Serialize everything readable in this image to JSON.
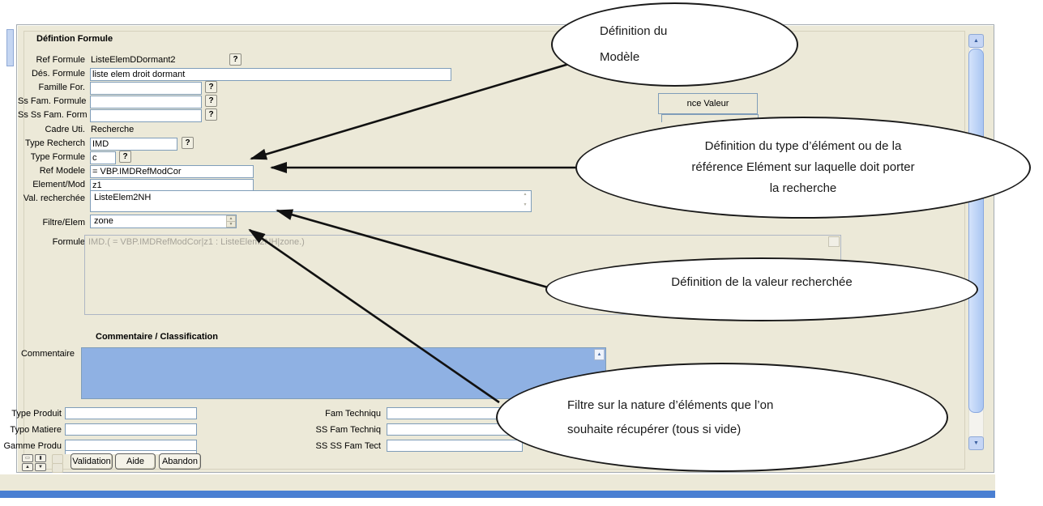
{
  "form": {
    "title": "Défintion Formule",
    "help_glyph": "?",
    "rows": {
      "ref_formule": {
        "label": "Ref Formule",
        "value": "ListeElemDDormant2"
      },
      "des_formule": {
        "label": "Dés. Formule",
        "value": "liste elem droit dormant"
      },
      "famille_for": {
        "label": "Famille For.",
        "value": ""
      },
      "ss_fam_formule": {
        "label": "Ss Fam. Formule",
        "value": ""
      },
      "ss_ss_fam_form": {
        "label": "Ss Ss Fam. Form",
        "value": ""
      },
      "cadre_uti": {
        "label": "Cadre Uti.",
        "value": "Recherche"
      },
      "type_recherch": {
        "label": "Type Recherch",
        "value": "IMD"
      },
      "type_formule": {
        "label": "Type Formule",
        "value": "c"
      },
      "ref_modele": {
        "label": "Ref Modele",
        "value": "= VBP.IMDRefModCor"
      },
      "element_mod": {
        "label": "Element/Mod",
        "value": "z1"
      },
      "val_recherchee": {
        "label": "Val. recherchée",
        "value": "ListeElem2NH"
      },
      "filtre_elem": {
        "label": "Filtre/Elem",
        "value": "zone"
      },
      "formule": {
        "label": "Formule",
        "value": "IMD.( = VBP.IMDRefModCor|z1 : ListeElem2NH|zone.)"
      }
    },
    "partial_button_label": "nce Valeur"
  },
  "classification": {
    "title": "Commentaire / Classification",
    "commentaire_label": "Commentaire",
    "left_fields": [
      {
        "label": "Type Produit",
        "value": ""
      },
      {
        "label": "Typo Matiere",
        "value": ""
      },
      {
        "label": "Gamme Produ",
        "value": ""
      }
    ],
    "right_fields": [
      {
        "label": "Fam Techniqu",
        "value": ""
      },
      {
        "label": "SS Fam Techniq",
        "value": ""
      },
      {
        "label": "SS SS Fam Tect",
        "value": ""
      }
    ]
  },
  "buttons": {
    "validation": "Validation",
    "aide": "Aide",
    "abandon": "Abandon"
  },
  "nav": {
    "first": "▭",
    "last": "▮",
    "up": "▲",
    "down": "▼"
  },
  "scrollbar": {
    "up": "▲",
    "down": "▼"
  },
  "spinner": {
    "up": "▲",
    "down": "▼"
  },
  "callouts": [
    {
      "lines": [
        "Définition du",
        "Modèle"
      ]
    },
    {
      "lines": [
        "Définition du type d’élément ou de la",
        "référence Elément sur laquelle doit porter",
        "la recherche"
      ]
    },
    {
      "lines": [
        "Définition de la valeur recherchée"
      ]
    },
    {
      "lines": [
        "Filtre sur la nature d’éléments que l’on",
        "souhaite récupérer (tous si vide)"
      ]
    }
  ],
  "colors": {
    "panel_bg": "#ece9d8",
    "field_border": "#7f9db9",
    "comment_highlight": "#8fb1e3",
    "bottom_bar": "#4a7fd2",
    "scroll_thumb": "#aac6f2",
    "callout_border": "#1a1a1a"
  }
}
